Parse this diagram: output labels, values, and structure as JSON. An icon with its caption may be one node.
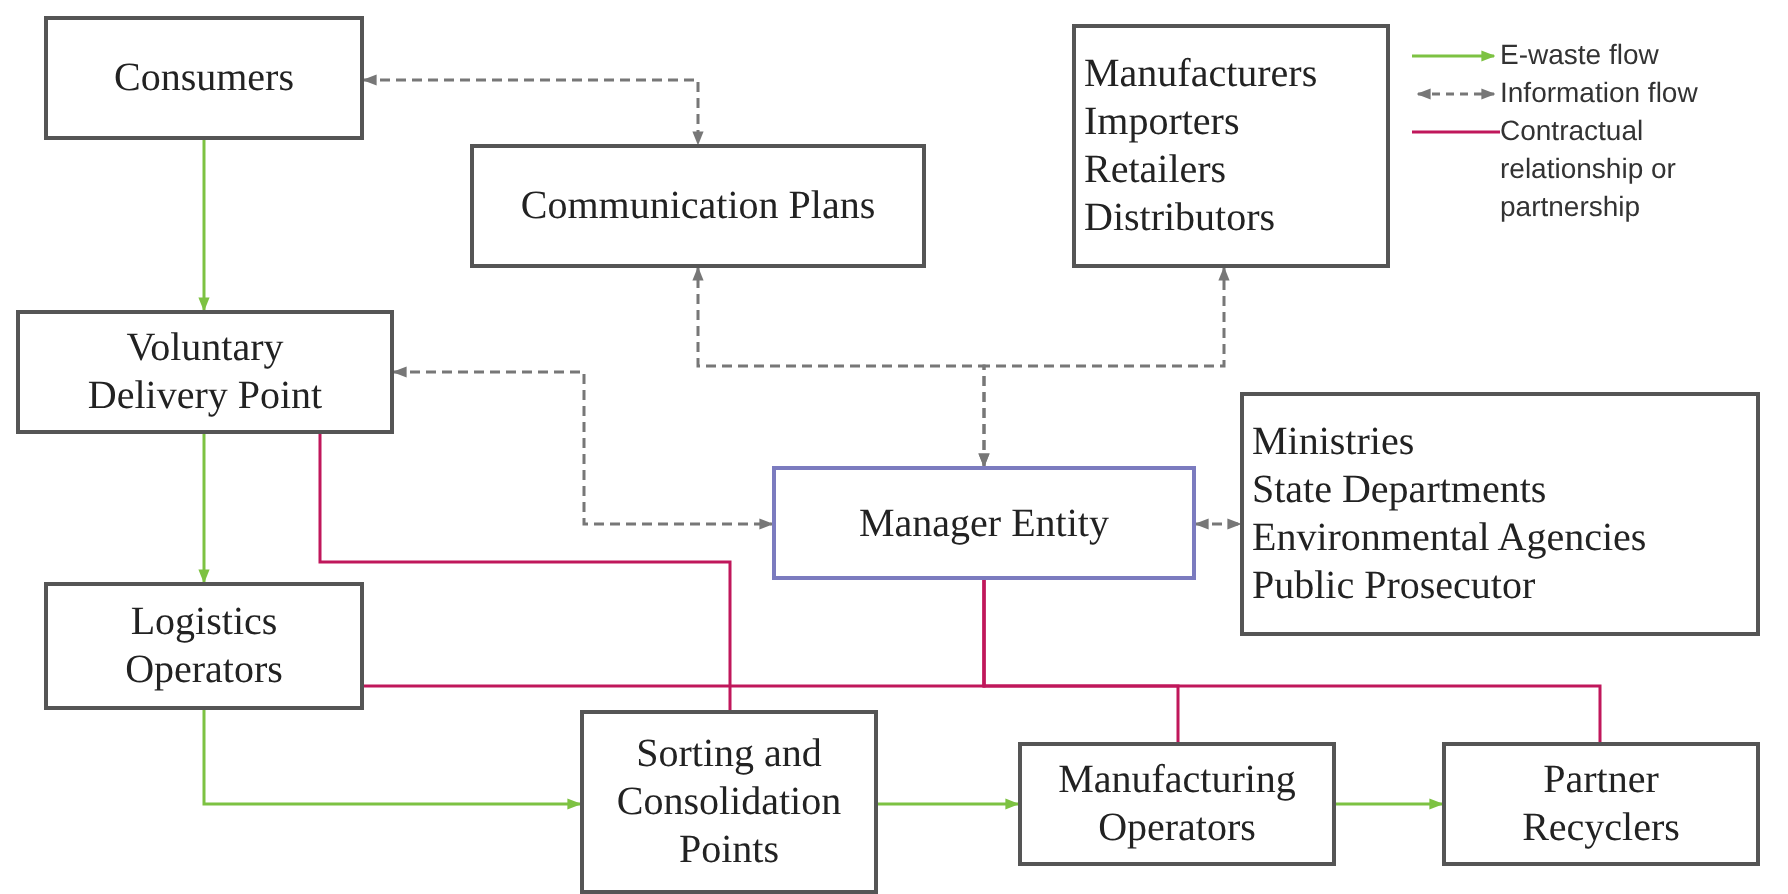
{
  "diagram": {
    "nodes": [
      {
        "text": [
          "Consumers"
        ]
      },
      {
        "text": [
          "Communication Plans"
        ]
      },
      {
        "text": [
          "Manufacturers",
          "Importers",
          "Retailers",
          "Distributors"
        ]
      },
      {
        "text": [
          "Voluntary Delivery Point"
        ]
      },
      {
        "text": [
          "Manager Entity"
        ]
      },
      {
        "text": [
          "Ministries",
          "State Departments",
          "Environmental Agencies",
          "Public Prosecutor"
        ]
      },
      {
        "text": [
          "Logistics Operators"
        ]
      },
      {
        "text": [
          "Sorting and Consolidation Points"
        ]
      },
      {
        "text": [
          "Manufacturing Operators"
        ]
      },
      {
        "text": [
          "Partner Recyclers"
        ]
      }
    ],
    "edges": [
      {
        "from": 0,
        "to": 3,
        "arrow": "to",
        "color": "#7dc242"
      },
      {
        "from": 0,
        "to": 1,
        "arrow": "both",
        "style": "dashed",
        "color": "#777777"
      },
      {
        "from": 4,
        "to": 1,
        "arrow": "both",
        "style": "dashed",
        "color": "#777777"
      },
      {
        "from": 4,
        "to": 2,
        "arrow": "both",
        "style": "dashed",
        "color": "#777777"
      },
      {
        "from": 3,
        "to": 4,
        "arrow": "both",
        "style": "dashed",
        "color": "#777777"
      },
      {
        "from": 4,
        "to": 5,
        "arrow": "both",
        "style": "dashed",
        "color": "#777777"
      },
      {
        "from": 3,
        "to": 6,
        "arrow": "to",
        "color": "#7dc242"
      },
      {
        "from": 6,
        "to": 7,
        "arrow": "to",
        "color": "#7dc242"
      },
      {
        "from": 7,
        "to": 8,
        "arrow": "to",
        "color": "#7dc242"
      },
      {
        "from": 8,
        "to": 9,
        "arrow": "to",
        "color": "#7dc242"
      },
      {
        "from": 3,
        "to": 7,
        "arrow": "none",
        "color": "#c0175b"
      },
      {
        "from": 4,
        "to": 6,
        "arrow": "none",
        "color": "#c0175b"
      },
      {
        "from": 4,
        "to": 8,
        "arrow": "none",
        "color": "#c0175b"
      },
      {
        "from": 4,
        "to": 9,
        "arrow": "none",
        "color": "#c0175b"
      }
    ],
    "legend": [
      {
        "text": "E-waste flow"
      },
      {
        "text": "Information flow"
      },
      {
        "text": "Contractual relationship or partnership"
      }
    ]
  }
}
